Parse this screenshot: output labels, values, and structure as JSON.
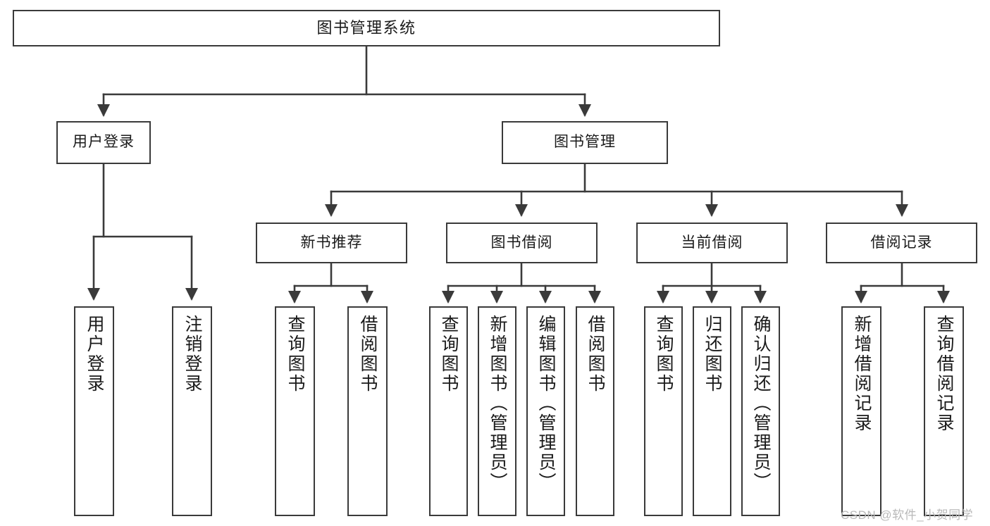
{
  "diagram": {
    "title": "图书管理系统",
    "type": "tree-hierarchy",
    "orientation": "top-down",
    "colors": {
      "box_border": "#3a3a3a",
      "box_fill": "#ffffff",
      "edge": "#3a3a3a",
      "text": "#1a1a1a",
      "watermark": "#b9b9b9",
      "background": "#ffffff"
    },
    "watermark": "CSDN @软件_小贺同学"
  },
  "nodes": {
    "root": {
      "label": "图书管理系统"
    },
    "level1": [
      {
        "label": "用户登录"
      },
      {
        "label": "图书管理"
      }
    ],
    "level2": [
      {
        "label": "新书推荐"
      },
      {
        "label": "图书借阅"
      },
      {
        "label": "当前借阅"
      },
      {
        "label": "借阅记录"
      }
    ],
    "leaves": {
      "user_login": [
        {
          "label": "用户登录"
        },
        {
          "label": "注销登录"
        }
      ],
      "new_book": [
        {
          "label": "查询图书"
        },
        {
          "label": "借阅图书"
        }
      ],
      "book_borrow": [
        {
          "label": "查询图书"
        },
        {
          "label": "新增图书（管理员）"
        },
        {
          "label": "编辑图书（管理员）"
        },
        {
          "label": "借阅图书"
        }
      ],
      "current_borrow": [
        {
          "label": "查询图书"
        },
        {
          "label": "归还图书"
        },
        {
          "label": "确认归还（管理员）"
        }
      ],
      "borrow_record": [
        {
          "label": "新增借阅记录"
        },
        {
          "label": "查询借阅记录"
        }
      ]
    }
  }
}
